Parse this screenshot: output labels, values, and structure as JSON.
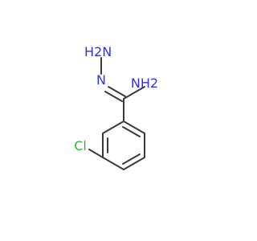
{
  "molecule": {
    "atoms": {
      "hydrazine_h2n": "H2N",
      "hydrazone_n": "N",
      "amidine_nh2": "NH2",
      "chlorine": "Cl"
    }
  },
  "colors": {
    "bond": "#3a3a3a",
    "nitrogen": "#3030f0",
    "chlorine": "#2fb82f",
    "background": "#ffffff"
  }
}
